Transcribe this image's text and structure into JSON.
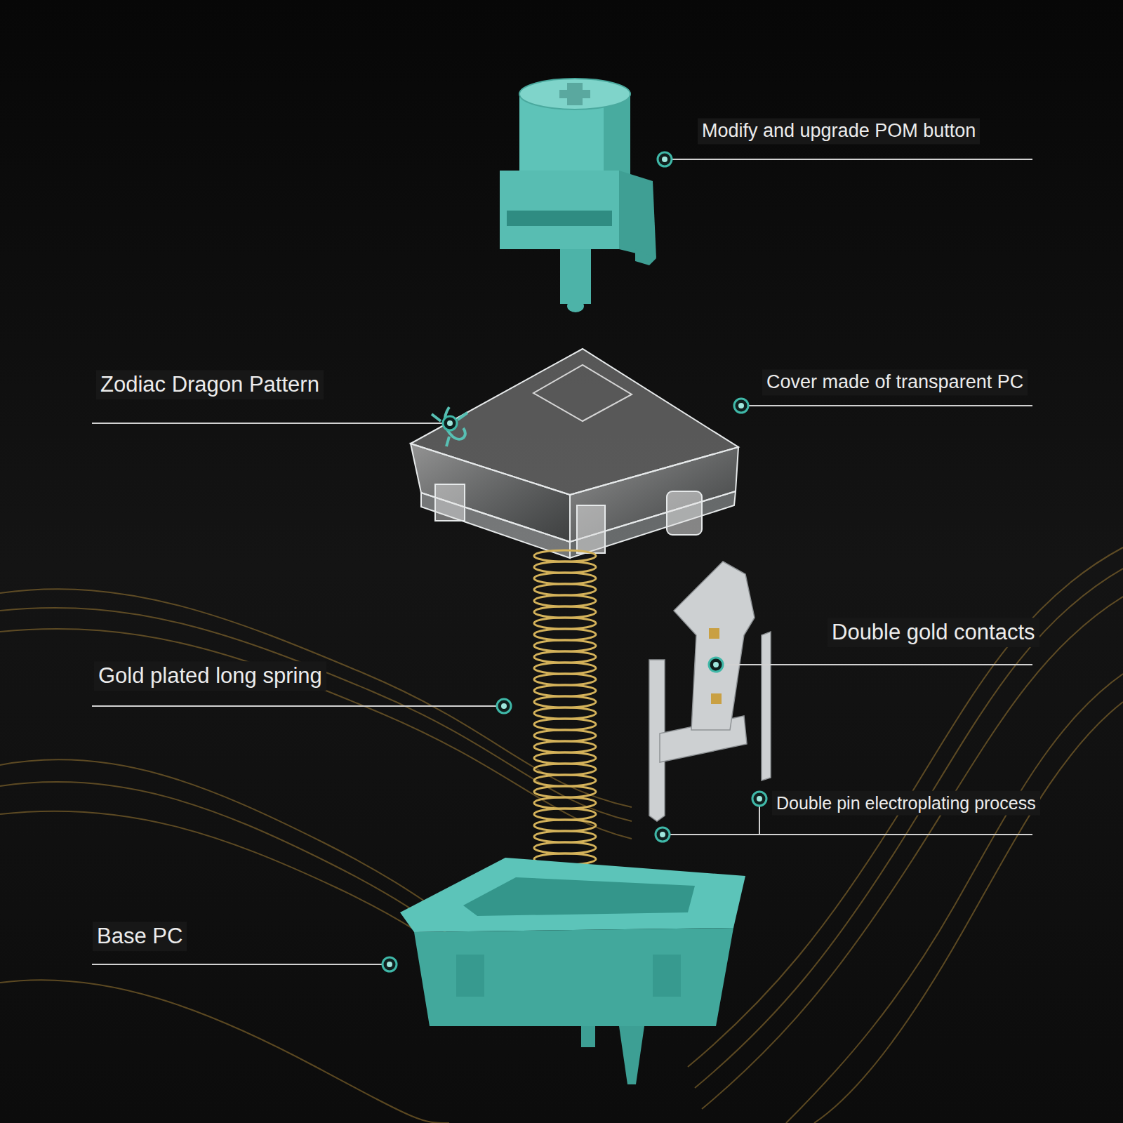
{
  "diagram": {
    "labels": [
      "Modify and upgrade POM button",
      "Zodiac Dragon Pattern",
      "Cover made of transparent PC",
      "Double gold contacts",
      "Gold plated long spring",
      "Double pin electroplating process",
      "Base PC"
    ]
  }
}
